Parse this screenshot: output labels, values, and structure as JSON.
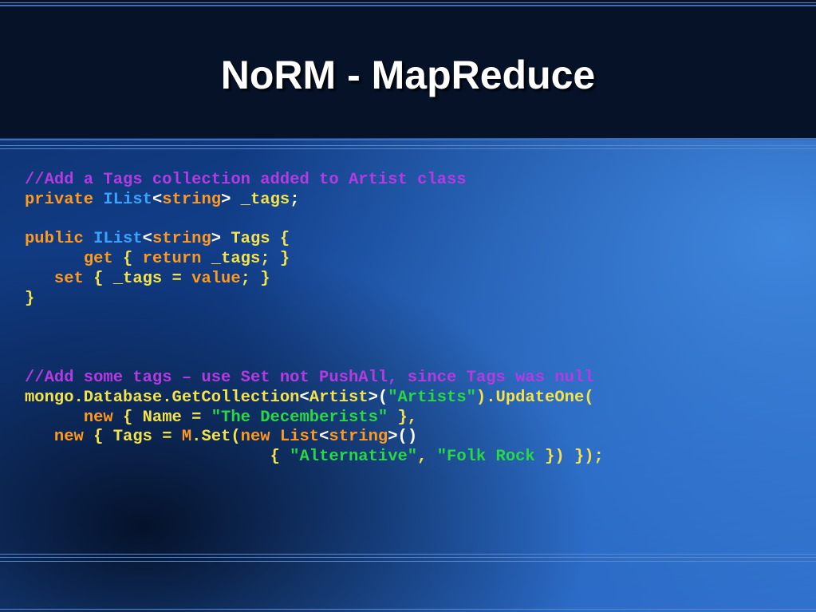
{
  "slide": {
    "title": "NoRM - MapReduce"
  },
  "code": {
    "lines": [
      [
        {
          "t": "//Add a Tags collection added to Artist class",
          "c": "c-cm"
        }
      ],
      [
        {
          "t": "private ",
          "c": "c-kw"
        },
        {
          "t": "IList",
          "c": "c-ty"
        },
        {
          "t": "<",
          "c": "c-pu"
        },
        {
          "t": "string",
          "c": "c-kw"
        },
        {
          "t": "> ",
          "c": "c-pu"
        },
        {
          "t": "_tags",
          "c": "c-id"
        },
        {
          "t": ";",
          "c": "c-pu"
        }
      ],
      [],
      [
        {
          "t": "public ",
          "c": "c-kw"
        },
        {
          "t": "IList",
          "c": "c-ty"
        },
        {
          "t": "<",
          "c": "c-pu"
        },
        {
          "t": "string",
          "c": "c-kw"
        },
        {
          "t": "> ",
          "c": "c-pu"
        },
        {
          "t": "Tags {",
          "c": "c-id"
        }
      ],
      [
        {
          "t": "      ",
          "c": "c-pu"
        },
        {
          "t": "get ",
          "c": "c-kw"
        },
        {
          "t": "{ ",
          "c": "c-id"
        },
        {
          "t": "return ",
          "c": "c-kw"
        },
        {
          "t": "_tags; }",
          "c": "c-id"
        }
      ],
      [
        {
          "t": "   ",
          "c": "c-pu"
        },
        {
          "t": "set ",
          "c": "c-kw"
        },
        {
          "t": "{ _tags = ",
          "c": "c-id"
        },
        {
          "t": "value",
          "c": "c-kw"
        },
        {
          "t": "; }",
          "c": "c-id"
        }
      ],
      [
        {
          "t": "}",
          "c": "c-id"
        }
      ],
      [],
      [],
      [],
      [
        {
          "t": "//Add some tags – use Set not PushAll, since Tags was null",
          "c": "c-cm"
        }
      ],
      [
        {
          "t": "mongo.Database.GetCollection",
          "c": "c-id"
        },
        {
          "t": "<",
          "c": "c-pu"
        },
        {
          "t": "Artist",
          "c": "c-id"
        },
        {
          "t": ">(",
          "c": "c-pu"
        },
        {
          "t": "\"Artists\"",
          "c": "c-st"
        },
        {
          "t": ").UpdateOne(",
          "c": "c-id"
        }
      ],
      [
        {
          "t": "      ",
          "c": "c-pu"
        },
        {
          "t": "new ",
          "c": "c-kw"
        },
        {
          "t": "{ Name = ",
          "c": "c-id"
        },
        {
          "t": "\"The Decemberists\"",
          "c": "c-st"
        },
        {
          "t": " },",
          "c": "c-id"
        }
      ],
      [
        {
          "t": "   ",
          "c": "c-pu"
        },
        {
          "t": "new ",
          "c": "c-kw"
        },
        {
          "t": "{ Tags = ",
          "c": "c-id"
        },
        {
          "t": "M",
          "c": "c-kw"
        },
        {
          "t": ".Set(",
          "c": "c-id"
        },
        {
          "t": "new ",
          "c": "c-kw"
        },
        {
          "t": "List",
          "c": "c-kw"
        },
        {
          "t": "<",
          "c": "c-pu"
        },
        {
          "t": "string",
          "c": "c-kw"
        },
        {
          "t": ">()",
          "c": "c-pu"
        }
      ],
      [
        {
          "t": "                         ",
          "c": "c-pu"
        },
        {
          "t": "{ ",
          "c": "c-id"
        },
        {
          "t": "\"Alternative\"",
          "c": "c-st"
        },
        {
          "t": ", ",
          "c": "c-id"
        },
        {
          "t": "\"Folk Rock",
          "c": "c-st"
        },
        {
          "t": " }) });",
          "c": "c-id"
        }
      ]
    ]
  }
}
